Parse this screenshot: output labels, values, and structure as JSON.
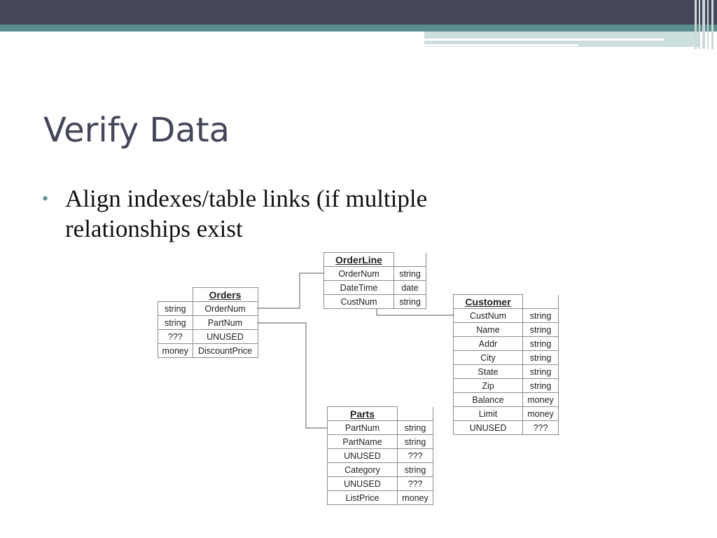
{
  "slide": {
    "title": "Verify Data",
    "bullets": [
      {
        "text": "Align indexes/table links (if multiple relationships exist"
      }
    ]
  },
  "diagram": {
    "orders": {
      "name": "Orders",
      "rows": [
        {
          "type": "string",
          "field": "OrderNum"
        },
        {
          "type": "string",
          "field": "PartNum"
        },
        {
          "type": "???",
          "field": "UNUSED"
        },
        {
          "type": "money",
          "field": "DiscountPrice"
        }
      ]
    },
    "orderline": {
      "name": "OrderLine",
      "rows": [
        {
          "field": "OrderNum",
          "type": "string"
        },
        {
          "field": "DateTime",
          "type": "date"
        },
        {
          "field": "CustNum",
          "type": "string"
        }
      ]
    },
    "customer": {
      "name": "Customer",
      "rows": [
        {
          "field": "CustNum",
          "type": "string"
        },
        {
          "field": "Name",
          "type": "string"
        },
        {
          "field": "Addr",
          "type": "string"
        },
        {
          "field": "City",
          "type": "string"
        },
        {
          "field": "State",
          "type": "string"
        },
        {
          "field": "Zip",
          "type": "string"
        },
        {
          "field": "Balance",
          "type": "money"
        },
        {
          "field": "Limit",
          "type": "money"
        },
        {
          "field": "UNUSED",
          "type": "???"
        }
      ]
    },
    "parts": {
      "name": "Parts",
      "rows": [
        {
          "field": "PartNum",
          "type": "string"
        },
        {
          "field": "PartName",
          "type": "string"
        },
        {
          "field": "UNUSED",
          "type": "???"
        },
        {
          "field": "Category",
          "type": "string"
        },
        {
          "field": "UNUSED",
          "type": "???"
        },
        {
          "field": "ListPrice",
          "type": "money"
        }
      ]
    }
  }
}
